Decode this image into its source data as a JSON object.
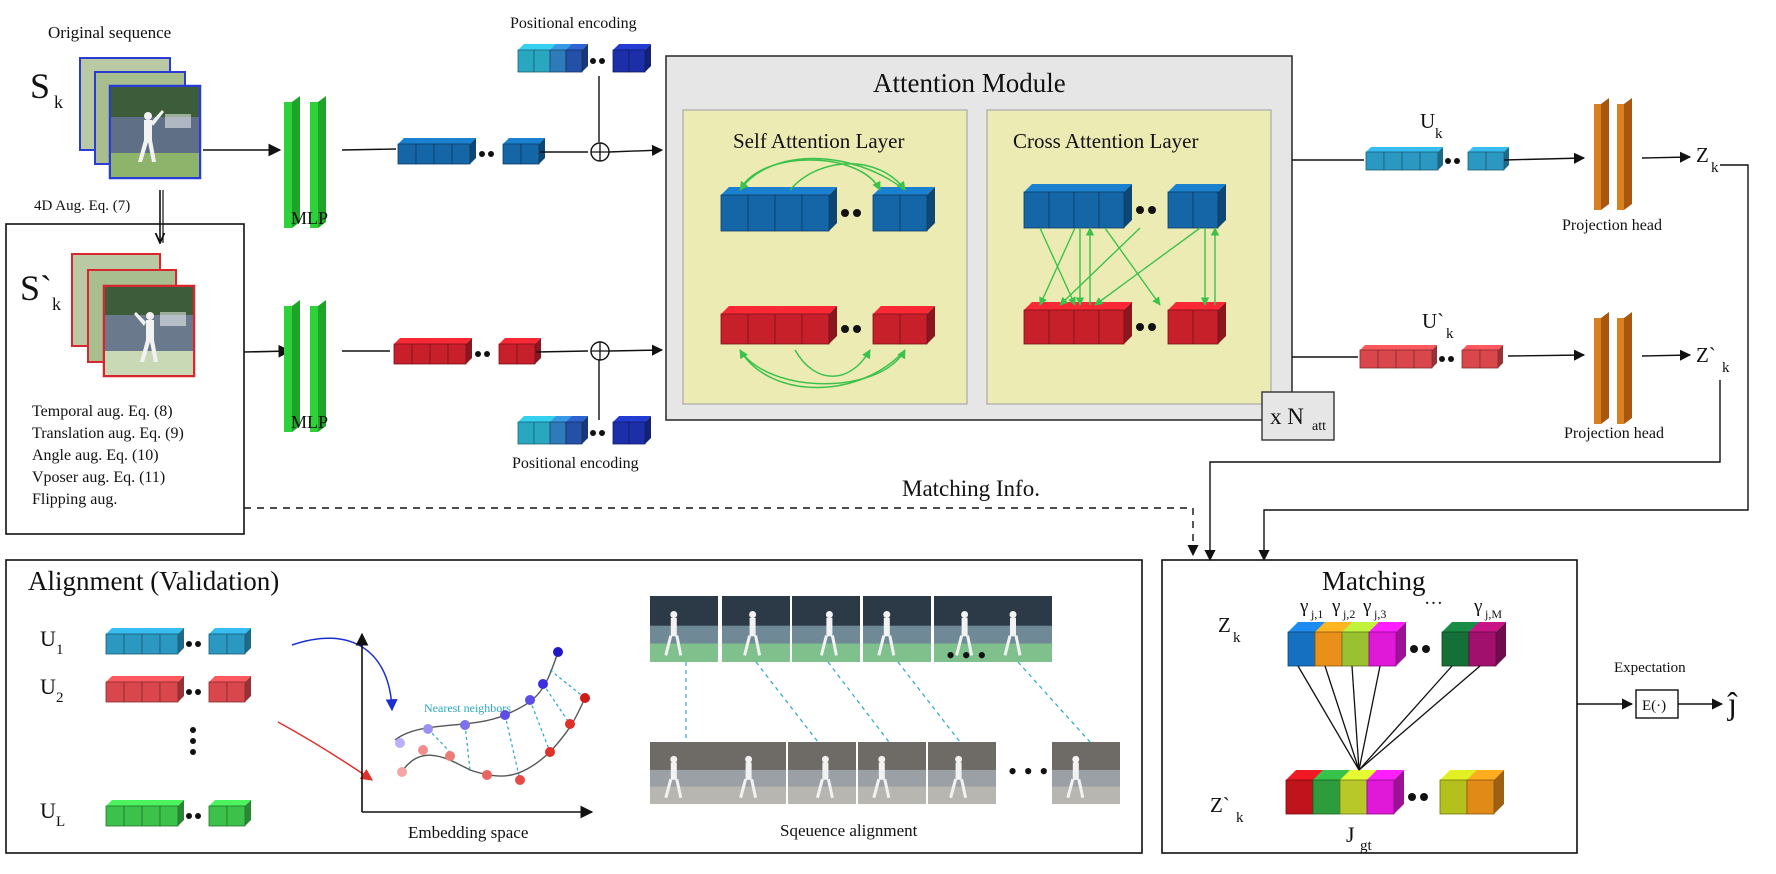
{
  "labels": {
    "original_sequence": "Original sequence",
    "sk": "S",
    "sk_sub": "k",
    "sk_aug": "S`",
    "sk_aug_sub": "k",
    "aug4d": "4D Aug. Eq. (7)",
    "aug_list": [
      "Temporal aug. Eq. (8)",
      "Translation aug. Eq. (9)",
      "Angle aug.  Eq. (10)",
      "Vposer aug. Eq. (11)",
      "Flipping aug."
    ],
    "mlp_top": "MLP",
    "mlp_bottom": "MLP",
    "pos_enc_top": "Positional encoding",
    "pos_enc_bottom": "Positional encoding",
    "attention_module": "Attention Module",
    "self_attention": "Self Attention Layer",
    "cross_attention": "Cross Attention Layer",
    "natt": "x N",
    "natt_sub": "att",
    "uk": "U",
    "uk_sub": "k",
    "uk_aug": "U`",
    "uk_aug_sub": "k",
    "proj_head_top": "Projection head",
    "proj_head_bottom": "Projection head",
    "zk": "Z",
    "zk_sub": "k",
    "zk_aug": "Z`",
    "zk_aug_sub": "k",
    "matching_info": "Matching Info.",
    "alignment_title": "Alignment (Validation)",
    "u1": "U",
    "u1_sub": "1",
    "u2": "U",
    "u2_sub": "2",
    "ul": "U",
    "ul_sub": "L",
    "nearest_neighbors": "Nearest neighbors",
    "embedding_space": "Embedding space",
    "sequence_alignment": "Sqeuence alignment",
    "matching_title": "Matching",
    "m_zk": "Z",
    "m_zk_sub": "k",
    "m_zk_aug": "Z`",
    "m_zk_aug_sub": "k",
    "gamma": "γ",
    "g1_sub": "j,1",
    "g2_sub": "j,2",
    "g3_sub": "j,3",
    "gM_sub": "j,M",
    "dots": "…",
    "jgt": "J",
    "jgt_sub": "gt",
    "expectation": "Expectation",
    "expect_func": "E(·)",
    "jhat": "ĵ"
  },
  "colors": {
    "blue_token": "#1566a6",
    "red_token": "#c8202a",
    "teal_token": "#2b98c2",
    "green_token": "#3cc24a",
    "mlp_green": "#2ed13a",
    "proj_orange": "#d9801f",
    "attention_bg": "#e6e6e6",
    "layer_bg": "#ecebb4",
    "arrow_green": "#3cc24a",
    "pos_cyan": "#2aa7c0",
    "pos_navy": "#1c2fa8"
  },
  "icons": [
    "frame-stack-image",
    "token-block",
    "mlp-layer",
    "projection-head-layer",
    "plus-circle-icon",
    "arrow-icon",
    "person-silhouette-icon"
  ]
}
